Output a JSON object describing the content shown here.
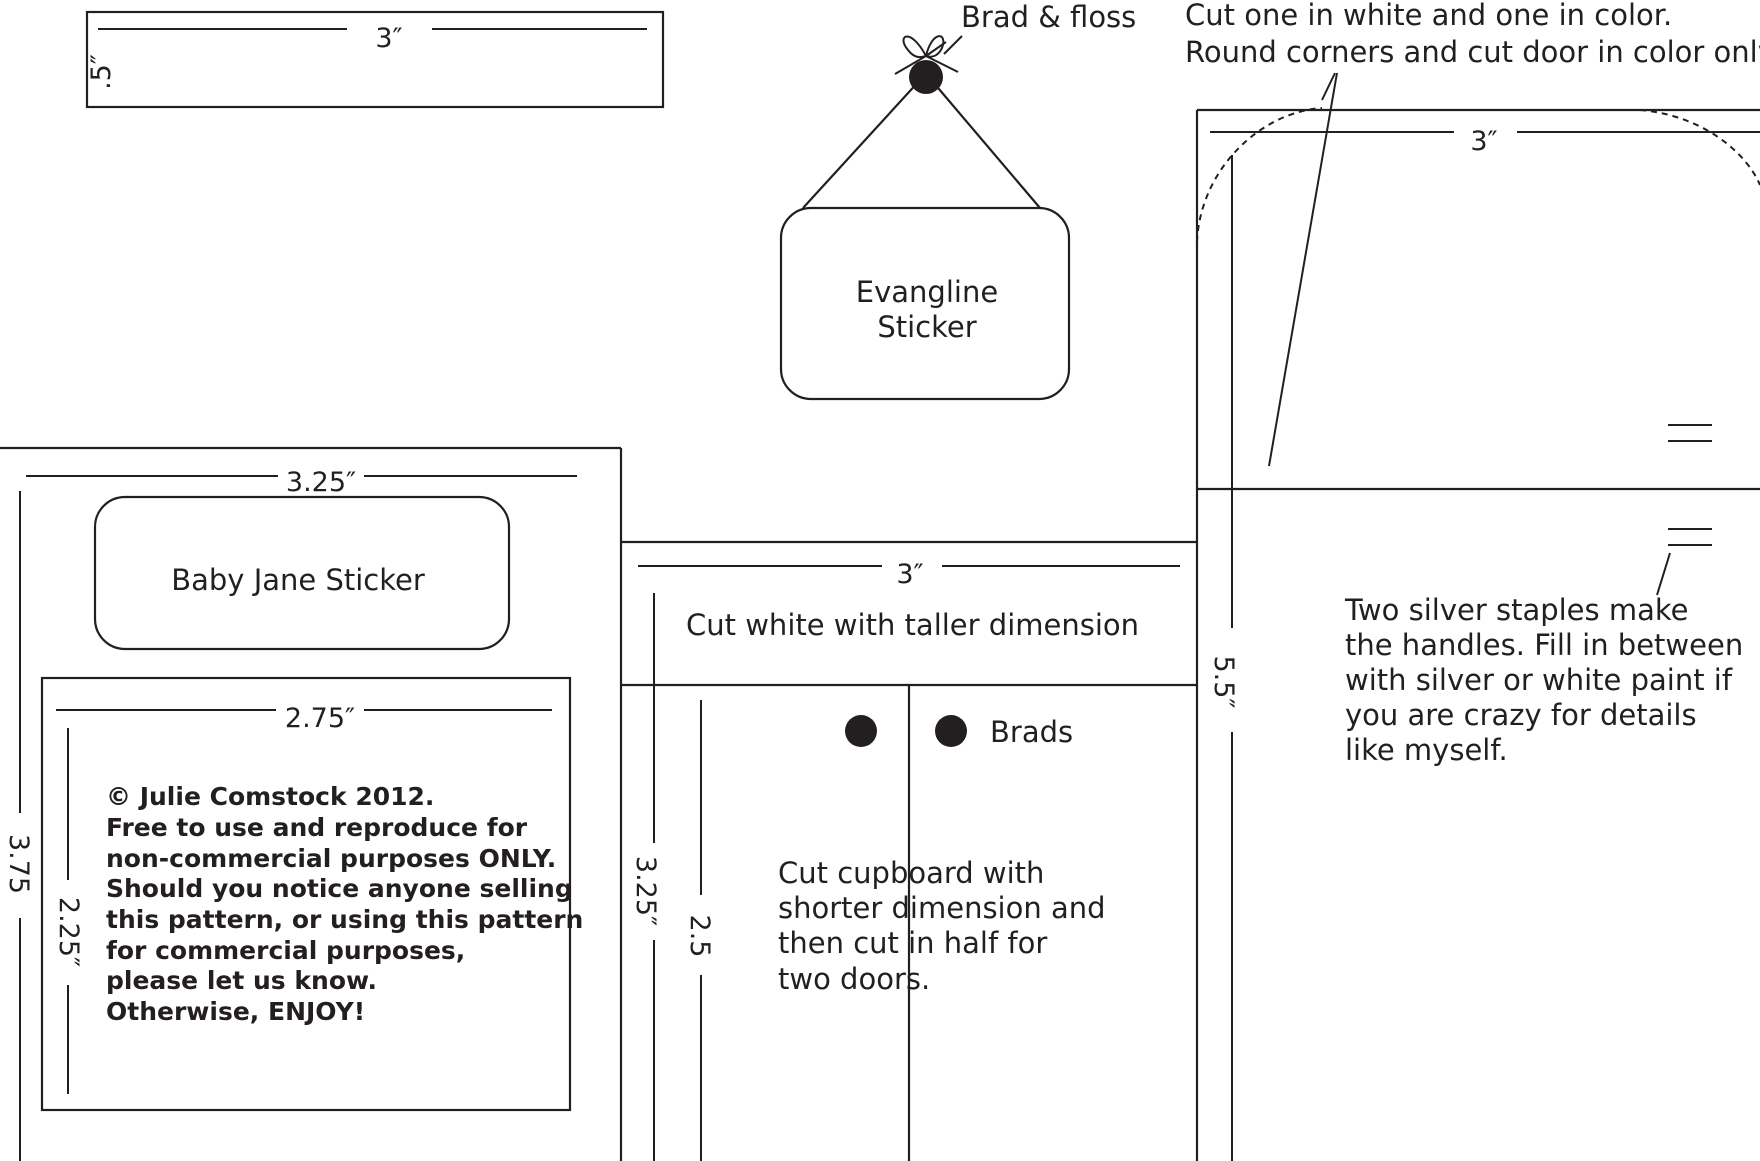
{
  "labels": {
    "brad_floss": "Brad & floss",
    "cut_note_1": "Cut one in white and one in color.",
    "cut_note_2": "Round corners and cut door in color only.",
    "evangline_1": "Evangline",
    "evangline_2": "Sticker",
    "baby_jane": "Baby Jane Sticker",
    "cut_white": "Cut white with taller dimension",
    "brads": "Brads",
    "cupboard": [
      "Cut cupboard with",
      "shorter dimension and",
      "then cut in half for",
      "two doors."
    ],
    "staples": [
      "Two silver staples make",
      "the handles. Fill in between",
      "with silver or white paint if",
      "you are crazy for details",
      "like myself."
    ]
  },
  "dimensions": {
    "top_strip_width": "3″",
    "top_strip_height": ".5″",
    "right_panel_width": "3″",
    "right_panel_height": "5.5″",
    "left_panel_width": "3.25″",
    "left_panel_height": "3.75",
    "inner_panel_width": "2.75″",
    "inner_panel_height": "2.25″",
    "middle_panel_width": "3″",
    "middle_panel_height": "3.25″",
    "door_height": "2.5"
  },
  "copyright": [
    "© Julie Comstock 2012.",
    "Free to use and reproduce for",
    "non-commercial purposes ONLY.",
    "Should you notice anyone selling",
    "this pattern, or using this pattern",
    "for commercial purposes,",
    "please let us know.",
    "Otherwise, ENJOY!"
  ],
  "colors": {
    "ink": "#231f20",
    "paper": "#ffffff"
  }
}
